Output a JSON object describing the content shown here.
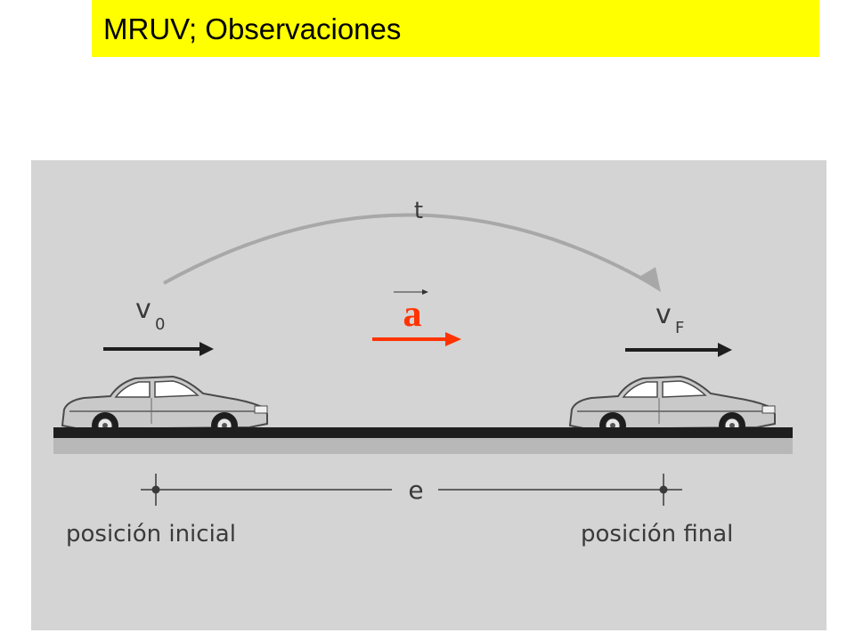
{
  "title": "MRUV; Observaciones",
  "diagram": {
    "time_label": "t",
    "initial_velocity_label": "v",
    "initial_velocity_subscript": "0",
    "final_velocity_label": "v",
    "final_velocity_subscript": "F",
    "acceleration_label": "a",
    "displacement_label": "e",
    "initial_position_label": "posición inicial",
    "final_position_label": "posición final"
  },
  "colors": {
    "title_background": "#ffff00",
    "panel_background": "#d4d4d4",
    "acceleration_arrow": "#ff3300",
    "road": "#1e1e1e"
  }
}
